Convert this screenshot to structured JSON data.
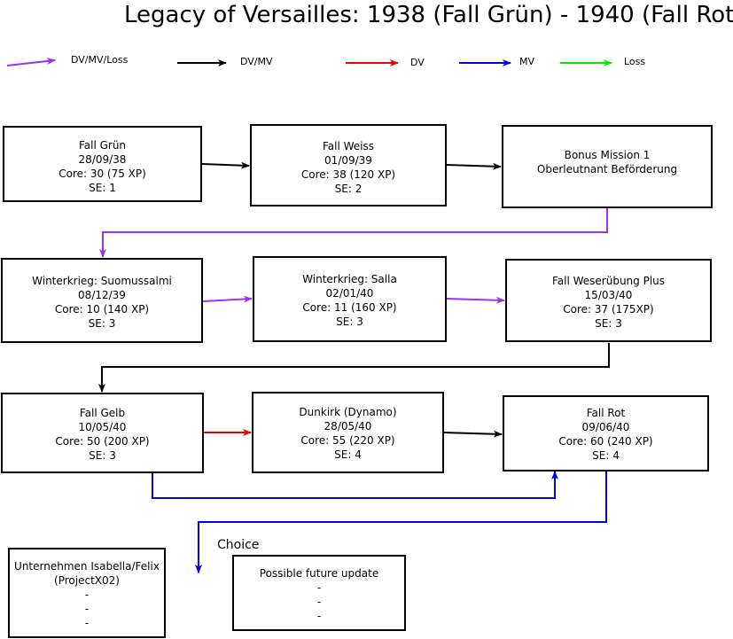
{
  "title": "Legacy of Versailles: 1938 (Fall Grün) - 1940 (Fall Rot)",
  "legend": [
    {
      "label": "DV/MV/Loss",
      "color": "#9933ee"
    },
    {
      "label": "DV/MV",
      "color": "#000000"
    },
    {
      "label": "DV",
      "color": "#ee0000"
    },
    {
      "label": "MV",
      "color": "#0000dd"
    },
    {
      "label": "Loss",
      "color": "#00ee00"
    }
  ],
  "missions": {
    "fall_grun": {
      "name": "Fall Grün",
      "date": "28/09/38",
      "core": "Core: 30 (75 XP)",
      "se": "SE: 1"
    },
    "fall_weiss": {
      "name": "Fall Weiss",
      "date": "01/09/39",
      "core": "Core: 38 (120 XP)",
      "se": "SE: 2"
    },
    "bonus_1": {
      "name": "Bonus Mission 1",
      "subtitle": "Oberleutnant Beförderung"
    },
    "suomussalmi": {
      "name": "Winterkrieg: Suomussalmi",
      "date": "08/12/39",
      "core": "Core: 10 (140 XP)",
      "se": "SE: 3"
    },
    "salla": {
      "name": "Winterkrieg: Salla",
      "date": "02/01/40",
      "core": "Core: 11 (160 XP)",
      "se": "SE: 3"
    },
    "weserubung": {
      "name": "Fall Weserübung Plus",
      "date": "15/03/40",
      "core": "Core: 37 (175XP)",
      "se": "SE: 3"
    },
    "fall_gelb": {
      "name": "Fall Gelb",
      "date": "10/05/40",
      "core": "Core: 50 (200 XP)",
      "se": "SE: 3"
    },
    "dunkirk": {
      "name": "Dunkirk (Dynamo)",
      "date": "28/05/40",
      "core": "Core: 55 (220 XP)",
      "se": "SE: 4"
    },
    "fall_rot": {
      "name": "Fall Rot",
      "date": "09/06/40",
      "core": "Core: 60 (240 XP)",
      "se": "SE: 4"
    },
    "isabella": {
      "name": "Unternehmen Isabella/Felix",
      "subtitle": "(ProjectX02)",
      "l1": "-",
      "l2": "-",
      "l3": "-"
    },
    "future": {
      "name": "Possible future update",
      "l1": "-",
      "l2": "-",
      "l3": "-"
    }
  },
  "choice_label": "Choice",
  "colors": {
    "purple": "#9933ee",
    "black": "#000000",
    "red": "#ee0000",
    "blue": "#0000dd",
    "green": "#00ee00"
  }
}
